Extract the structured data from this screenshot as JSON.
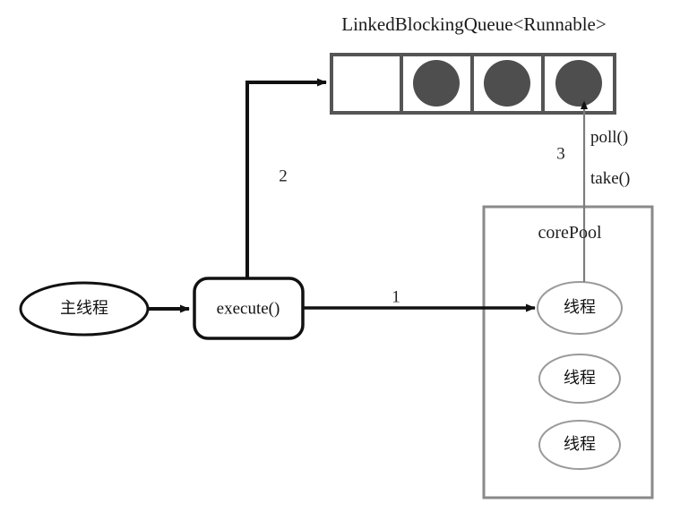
{
  "diagram": {
    "title": "LinkedBlockingQueue<Runnable>",
    "queue": {
      "name": "LinkedBlockingQueue<Runnable>",
      "cell_count": 4,
      "cells": [
        {
          "index": 0,
          "filled": false,
          "task": ""
        },
        {
          "index": 1,
          "filled": true,
          "task": "task"
        },
        {
          "index": 2,
          "filled": true,
          "task": "task"
        },
        {
          "index": 3,
          "filled": true,
          "task": "task"
        }
      ],
      "task_color": "#4e4e4e",
      "border_color": "#555555"
    },
    "main_thread": {
      "label": "主线程"
    },
    "execute_node": {
      "label": "execute()"
    },
    "core_pool": {
      "label": "corePool",
      "threads": [
        {
          "label": "线程"
        },
        {
          "label": "线程"
        },
        {
          "label": "线程"
        }
      ],
      "border_color": "#888888"
    },
    "steps": [
      {
        "number": "1",
        "from": "execute()",
        "to": "线程"
      },
      {
        "number": "2",
        "from": "execute()",
        "to": "LinkedBlockingQueue<Runnable>"
      },
      {
        "number": "3",
        "from": "LinkedBlockingQueue<Runnable>",
        "to": "线程"
      }
    ],
    "queue_methods": [
      {
        "label": "poll()"
      },
      {
        "label": "take()"
      }
    ],
    "colors": {
      "stroke_dark": "#111111",
      "stroke_gray": "#888888",
      "task_fill": "#4e4e4e",
      "background": "#ffffff"
    }
  }
}
